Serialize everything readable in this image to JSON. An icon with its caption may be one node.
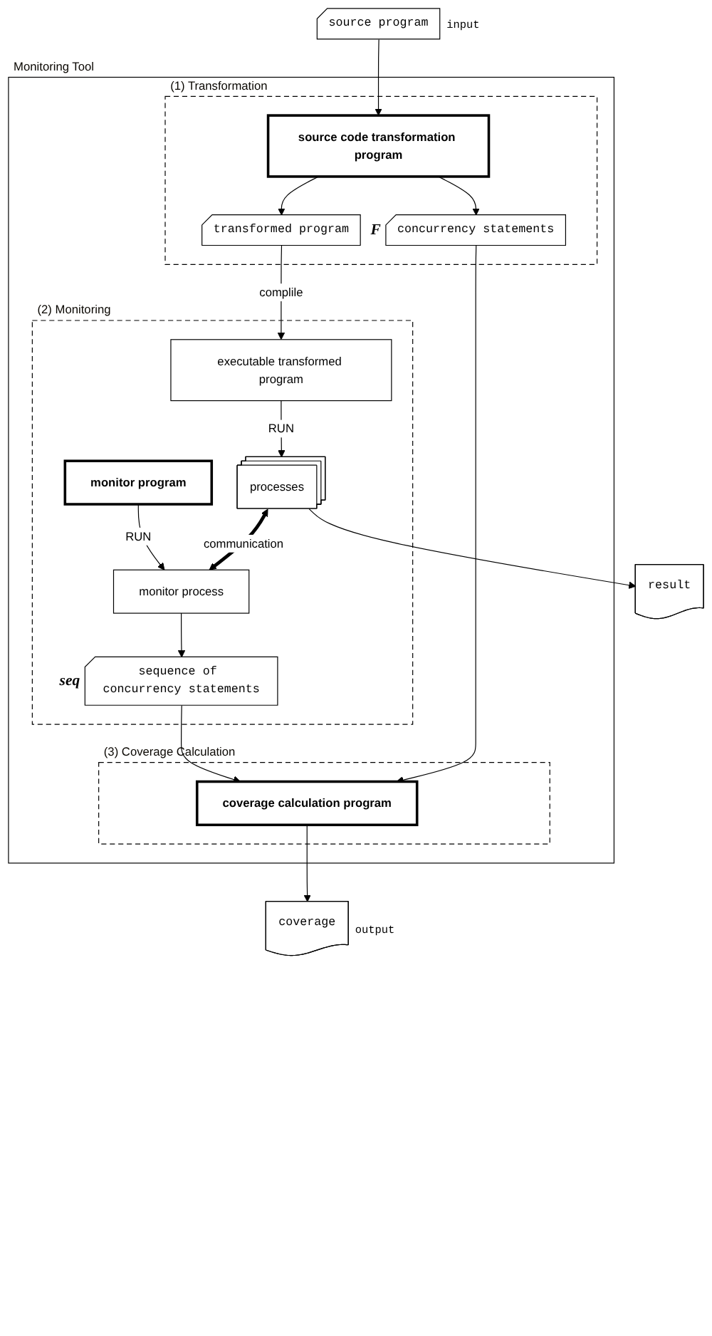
{
  "diagram": {
    "nodes": [
      {
        "text": [
          "source program"
        ],
        "beside": [
          "input"
        ]
      },
      {
        "text": [
          "Monitoring Tool"
        ]
      },
      {
        "text": [
          "(1) Transformation"
        ],
        "in": 1
      },
      {
        "text": [
          "source code transformation program"
        ],
        "in": 2
      },
      {
        "text": [
          "transformed program"
        ],
        "in": 2
      },
      {
        "text": [
          "concurrency statements"
        ],
        "in": 2,
        "beside": [
          "F"
        ]
      },
      {
        "text": [
          "(2) Monitoring"
        ],
        "in": 1
      },
      {
        "text": [
          "executable transformed program"
        ],
        "in": 6
      },
      {
        "text": [
          "monitor program"
        ],
        "in": 6
      },
      {
        "text": [
          "processes"
        ],
        "in": 6
      },
      {
        "text": [
          "monitor process"
        ],
        "in": 6
      },
      {
        "text": [
          "sequence of concurrency statements"
        ],
        "in": 6,
        "beside": [
          "seq"
        ]
      },
      {
        "text": [
          "(3) Coverage Calculation"
        ],
        "in": 1
      },
      {
        "text": [
          "coverage calculation program"
        ],
        "in": 12
      },
      {
        "text": [
          "result"
        ]
      },
      {
        "text": [
          "coverage"
        ],
        "beside": [
          "output"
        ]
      }
    ],
    "edges": [
      {
        "from": 0,
        "to": 3,
        "arrow": "to"
      },
      {
        "from": 3,
        "to": 4,
        "arrow": "to"
      },
      {
        "from": 3,
        "to": 5,
        "arrow": "to"
      },
      {
        "from": 4,
        "to": 7,
        "arrow": "to",
        "label": "complile"
      },
      {
        "from": 7,
        "to": 9,
        "arrow": "to",
        "label": "RUN"
      },
      {
        "from": 8,
        "to": 10,
        "arrow": "to",
        "label": "RUN"
      },
      {
        "from": 9,
        "to": 10,
        "arrow": "both",
        "label": "communication",
        "style": "thick"
      },
      {
        "from": 10,
        "to": 11,
        "arrow": "to"
      },
      {
        "from": 11,
        "to": 13,
        "arrow": "to"
      },
      {
        "from": 5,
        "to": 13,
        "arrow": "to"
      },
      {
        "from": 9,
        "to": 14,
        "arrow": "to"
      },
      {
        "from": 13,
        "to": 15,
        "arrow": "to"
      }
    ]
  }
}
